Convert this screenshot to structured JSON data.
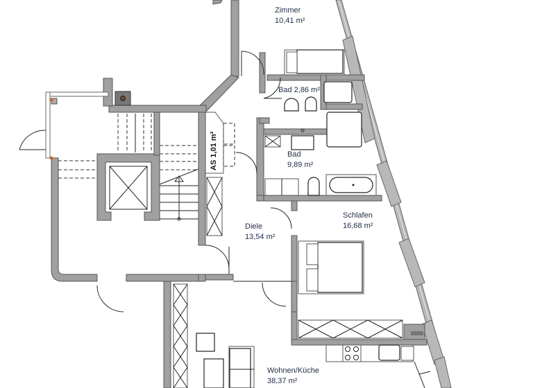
{
  "plan": {
    "rooms": [
      {
        "name": "Zimmer",
        "area": "10,41 m²"
      },
      {
        "name": "Bad",
        "area": "2,86 m²"
      },
      {
        "name": "Bad",
        "area": "9,89 m²"
      },
      {
        "name": "AS",
        "area": "1,01 m²"
      },
      {
        "name": "Diele",
        "area": "13,54 m²"
      },
      {
        "name": "Schlafen",
        "area": "16,68 m²"
      },
      {
        "name": "Wohnen/Küche",
        "area": "38,37 m²"
      }
    ],
    "colors": {
      "wall": "#a0a0a0",
      "label_text": "#1f2a44",
      "background": "#ffffff"
    }
  }
}
